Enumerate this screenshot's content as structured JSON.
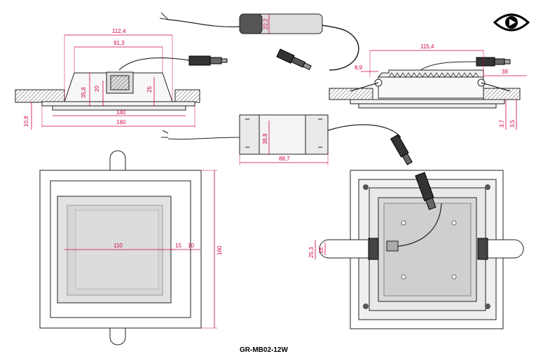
{
  "drawing": {
    "model_code": "GR-MB02-12W",
    "logo_icon": "eye-play-logo-icon",
    "colors": {
      "outline": "#222222",
      "dimension": "#d0004a",
      "wall_fill": "#bdbdbd",
      "panel_fill": "#d9d9d9",
      "glass_fill": "#e6e6e6",
      "heatsink_fill": "#c8c8c8"
    }
  },
  "side_view_left": {
    "dims": {
      "top_width": "112,4",
      "inner_width": "91,3",
      "height_outer": "35,8",
      "height_inner": "20",
      "height_right": "25",
      "width_140": "140",
      "width_160": "160",
      "thickness": "10,8"
    }
  },
  "driver_top": {
    "dims": {
      "height": "22,2"
    }
  },
  "driver_middle": {
    "dims": {
      "height": "38,8",
      "length": "88,7"
    }
  },
  "side_view_right": {
    "dims": {
      "width": "115,4",
      "left_offset": "8,9",
      "right_offset": "39",
      "glass": "3,7",
      "frame": "3,5"
    }
  },
  "front_view": {
    "dims": {
      "inner": "110",
      "border_15": "15",
      "border_10": "10",
      "outer": "160"
    }
  },
  "rear_view": {
    "dims": {
      "clip_25": "25,3",
      "clip_18": "18"
    }
  }
}
